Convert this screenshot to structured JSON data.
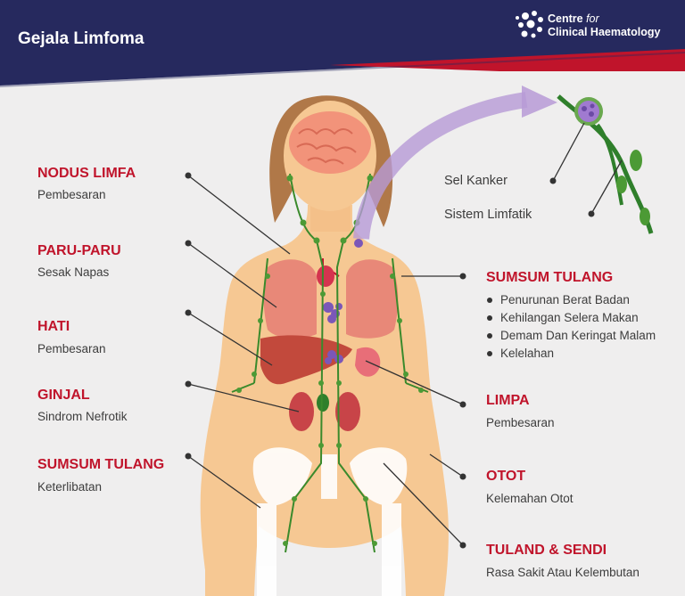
{
  "header": {
    "title": "Gejala Limfoma",
    "brand_line1": "Centre",
    "brand_for": "for",
    "brand_line2": "Clinical Haematology"
  },
  "left_callouts": [
    {
      "heading": "NODUS LIMFA",
      "detail": "Pembesaran"
    },
    {
      "heading": "PARU-PARU",
      "detail": "Sesak Napas"
    },
    {
      "heading": "HATI",
      "detail": "Pembesaran"
    },
    {
      "heading": "GINJAL",
      "detail": "Sindrom Nefrotik"
    },
    {
      "heading": "SUMSUM TULANG",
      "detail": "Keterlibatan"
    }
  ],
  "right_callouts": {
    "sumsum": {
      "heading": "SUMSUM TULANG",
      "bullets": [
        "Penurunan Berat Badan",
        "Kehilangan Selera Makan",
        "Demam Dan Keringat Malam",
        "Kelelahan"
      ]
    },
    "limpa": {
      "heading": "LIMPA",
      "detail": "Pembesaran"
    },
    "otot": {
      "heading": "OTOT",
      "detail": "Kelemahan Otot"
    },
    "tulang": {
      "heading": "TULAND & SENDI",
      "detail": "Rasa Sakit Atau Kelembutan"
    }
  },
  "inset": {
    "cancer_cell": "Sel Kanker",
    "lymph_system": "Sistem Limfatik"
  },
  "colors": {
    "header_navy": "#26295e",
    "header_red": "#c0142b",
    "heading_red": "#c0142b",
    "skin": "#f6c893",
    "lymph_green": "#3a8a2c",
    "arrow_purple": "#b79ad6"
  }
}
